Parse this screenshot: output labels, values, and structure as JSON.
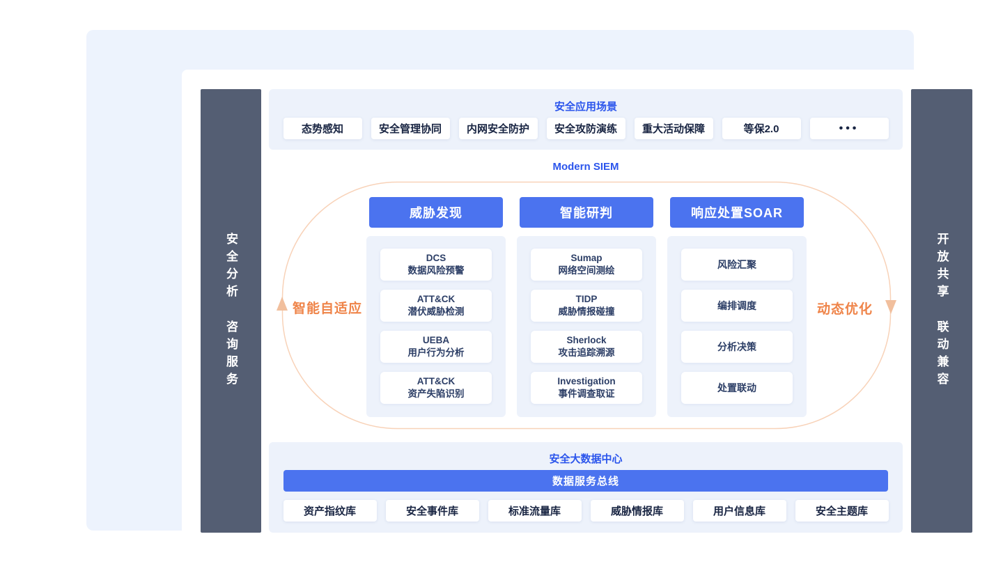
{
  "colors": {
    "accent": "#4b73ef",
    "title": "#2b55ec",
    "orange": "#ef8449",
    "track": "#f8d2b8",
    "slate": "#545e73",
    "panelbg": "#edf2fb",
    "tint": "#edf3fd",
    "ink": "#182442",
    "cardink": "#2c3e66"
  },
  "left_sidebar": {
    "lines": [
      "安全分析",
      "咨询服务"
    ]
  },
  "right_sidebar": {
    "lines": [
      "开放共享",
      "联动兼容"
    ]
  },
  "top_section": {
    "title": "安全应用场景",
    "items": [
      "态势感知",
      "安全管理协同",
      "内网安全防护",
      "安全攻防演练",
      "重大活动保障",
      "等保2.0",
      "•••"
    ]
  },
  "siem": {
    "title": "Modern SIEM",
    "left_label": "智能自适应",
    "right_label": "动态优化",
    "columns": [
      {
        "header": "威胁发现",
        "items": [
          {
            "line1": "DCS",
            "line2": "数据风险预警"
          },
          {
            "line1": "ATT&CK",
            "line2": "潜伏威胁检测"
          },
          {
            "line1": "UEBA",
            "line2": "用户行为分析"
          },
          {
            "line1": "ATT&CK",
            "line2": "资产失陷识别"
          }
        ]
      },
      {
        "header": "智能研判",
        "items": [
          {
            "line1": "Sumap",
            "line2": "网络空间测绘"
          },
          {
            "line1": "TIDP",
            "line2": "威胁情报碰撞"
          },
          {
            "line1": "Sherlock",
            "line2": "攻击追踪溯源"
          },
          {
            "line1": "Investigation",
            "line2": "事件调查取证"
          }
        ]
      },
      {
        "header": "响应处置SOAR",
        "items": [
          {
            "line1": "风险汇聚"
          },
          {
            "line1": "编排调度"
          },
          {
            "line1": "分析决策"
          },
          {
            "line1": "处置联动"
          }
        ]
      }
    ]
  },
  "bottom_section": {
    "title": "安全大数据中心",
    "bus": "数据服务总线",
    "databases": [
      "资产指纹库",
      "安全事件库",
      "标准流量库",
      "威胁情报库",
      "用户信息库",
      "安全主题库"
    ]
  }
}
